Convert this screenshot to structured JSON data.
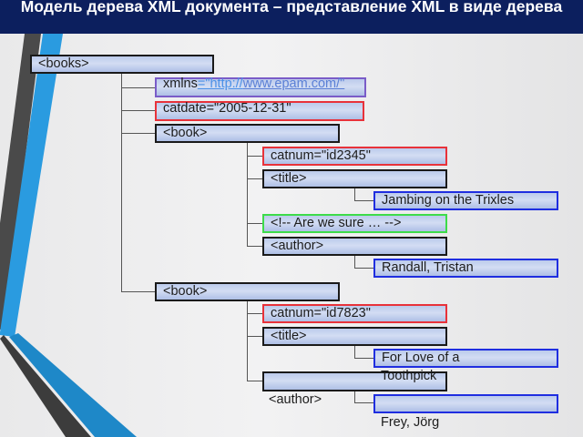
{
  "slide": {
    "title": "Модель дерева XML документа – представление XML в виде дерева",
    "colors": {
      "title_bg": "#0c1f5e",
      "element_border": "#1a1a1a",
      "attribute_border": "#e8323a",
      "namespace_border": "#7a5cc8",
      "comment_border": "#3ddc4a",
      "text_border": "#1f2ee0",
      "stripe_gray": "#4a4a4a",
      "stripe_blue": "#2a9be0"
    }
  },
  "tree": {
    "root": {
      "label": "<books>",
      "type": "element"
    },
    "root_children": {
      "xmlns": {
        "prefix": "xmlns",
        "value": "=\"http://",
        "value_tail": "www.epam.com/\"",
        "type": "namespace"
      },
      "catdate": {
        "label": "catdate=\"2005-12-31\"",
        "type": "attribute"
      }
    },
    "book1": {
      "label": "<book>",
      "catnum": "catnum=\"id2345\"",
      "title_tag": "<title>",
      "title_text": "Jambing on the Trixles",
      "comment": "<!-- Are we sure … -->",
      "author_tag": "<author>",
      "author_text": "Randall, Tristan"
    },
    "book2": {
      "label": "<book>",
      "catnum": "catnum=\"id7823\"",
      "title_tag": "<title>",
      "title_text_line1": "For Love of a",
      "title_text_line2": "Toothpick",
      "author_tag": "<author>",
      "author_text": "Frey, Jörg"
    }
  }
}
